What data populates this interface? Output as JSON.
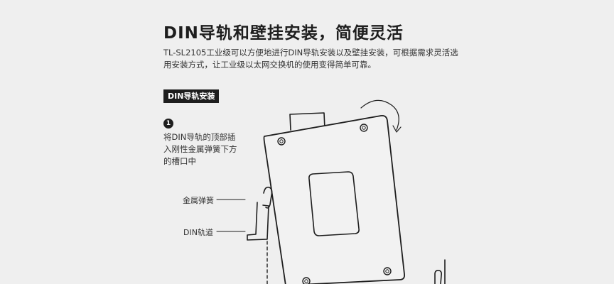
{
  "title": "DIN导轨和壁挂安装，简便灵活",
  "description": [
    "TL-SL2105工业级可以方便地进行DIN导轨安装以及壁挂安装，可根据需求灵活选",
    "用安装方式，让工业级以太网交换机的使用变得简单可靠。"
  ],
  "section_tag": "DIN导轨安装",
  "step": {
    "number": "1",
    "text": [
      "将DIN导轨的顶部插",
      "入刚性金属弹簧下方",
      "的槽口中"
    ]
  },
  "labels": {
    "spring": "金属弹簧",
    "rail": "DIN轨道"
  }
}
